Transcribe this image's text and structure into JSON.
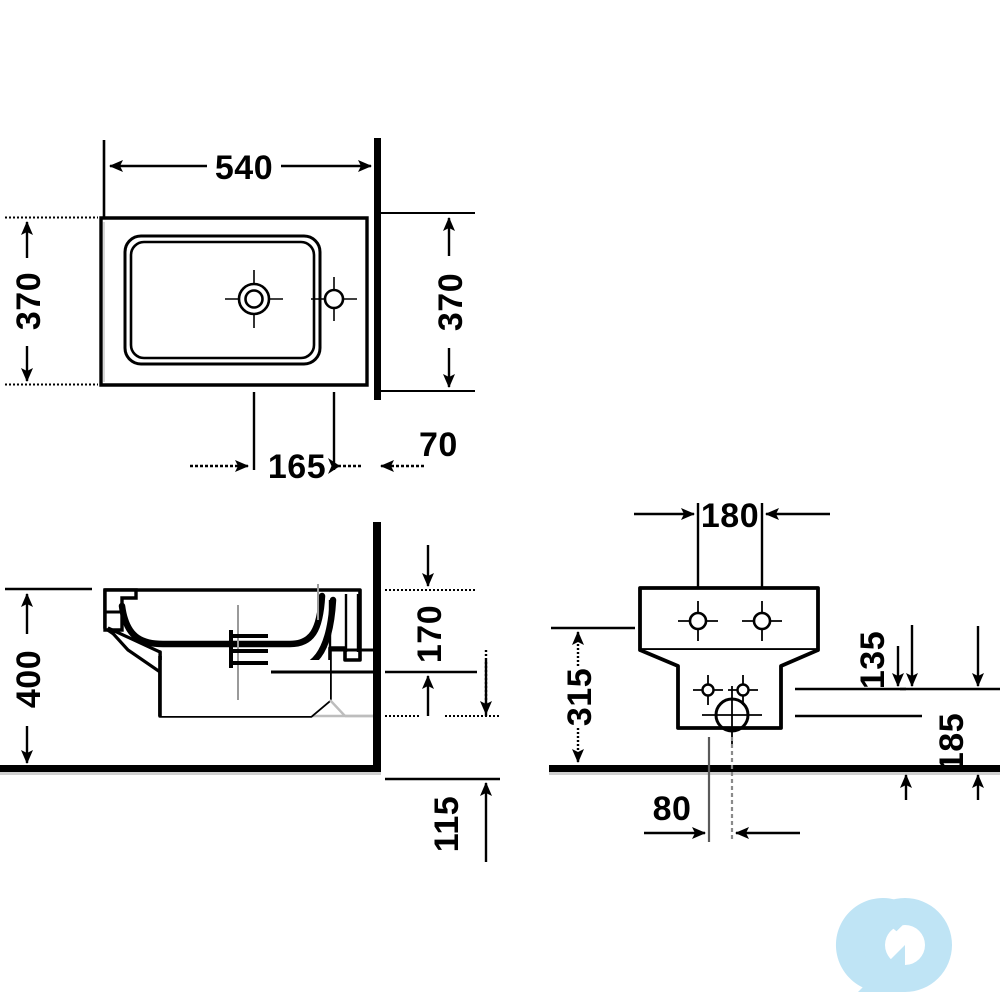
{
  "document": {
    "type": "technical-dimension-drawing",
    "subject": "Wall-hung washbasin / bidet sanitary ware",
    "unit": "mm",
    "background_color": "#ffffff",
    "line_color": "#000000",
    "watermark_color": "#bfe4f5"
  },
  "views": {
    "plan": {
      "name": "Top / plan view",
      "dimensions": {
        "width_label": "540",
        "depth_left_label": "370",
        "depth_right_label": "370",
        "tap_offset_label": "165",
        "wall_thickness_label": "70"
      },
      "features": {
        "basin_recess": "rounded-rectangle inner bowl",
        "drain_hole": "concentric circle with crosshair",
        "overflow_hole": "small circle with crosshair"
      }
    },
    "side": {
      "name": "Side elevation / section",
      "dimensions": {
        "floor_height_label": "400",
        "bowl_height_label": "170",
        "bracket_height_label": "115"
      }
    },
    "front": {
      "name": "Front elevation",
      "dimensions": {
        "fixing_spacing_label": "180",
        "overall_height_label": "315",
        "outlet_height_label": "135",
        "fixing_height_label": "185",
        "waste_offset_label": "80"
      },
      "features": {
        "upper_fixing_holes": 2,
        "lower_fixing_holes": 2,
        "waste_outlet": "circle with crosshair"
      }
    }
  },
  "dimension_values": {
    "d540": "540",
    "d370_left": "370",
    "d370_right": "370",
    "d165": "165",
    "d70": "70",
    "d400": "400",
    "d170": "170",
    "d115": "115",
    "d180": "180",
    "d315": "315",
    "d135": "135",
    "d185": "185",
    "d80": "80"
  },
  "watermark": {
    "name": "cd-logo-watermark",
    "alt_text": "CD"
  }
}
